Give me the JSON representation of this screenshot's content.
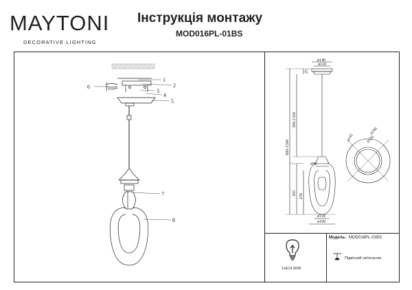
{
  "header": {
    "brand": "MAYTONI",
    "brand_sub": "DECORATIVE LIGHTING",
    "title": "Інструкція монтажу",
    "model": "MOD016PL-01BS"
  },
  "main_callouts": [
    "1",
    "2",
    "3",
    "4",
    "5",
    "6",
    "7",
    "8"
  ],
  "dimensions": {
    "d140": "ø140",
    "d120": "ø120",
    "h25": "25",
    "cable": "300-1500",
    "total": "800-1500",
    "d90": "ø90",
    "h305": "305",
    "h230": "230",
    "d118": "ø118",
    "d190": "ø190",
    "circle_outer": "ø190",
    "circle_inner": "ø120",
    "circle_side": "ø142"
  },
  "info": {
    "model_label": "Модель:",
    "model_value": "MOD016PL-01BS",
    "bulb_spec": "1xE14 60W",
    "type_label": "Підвісний світильник"
  }
}
